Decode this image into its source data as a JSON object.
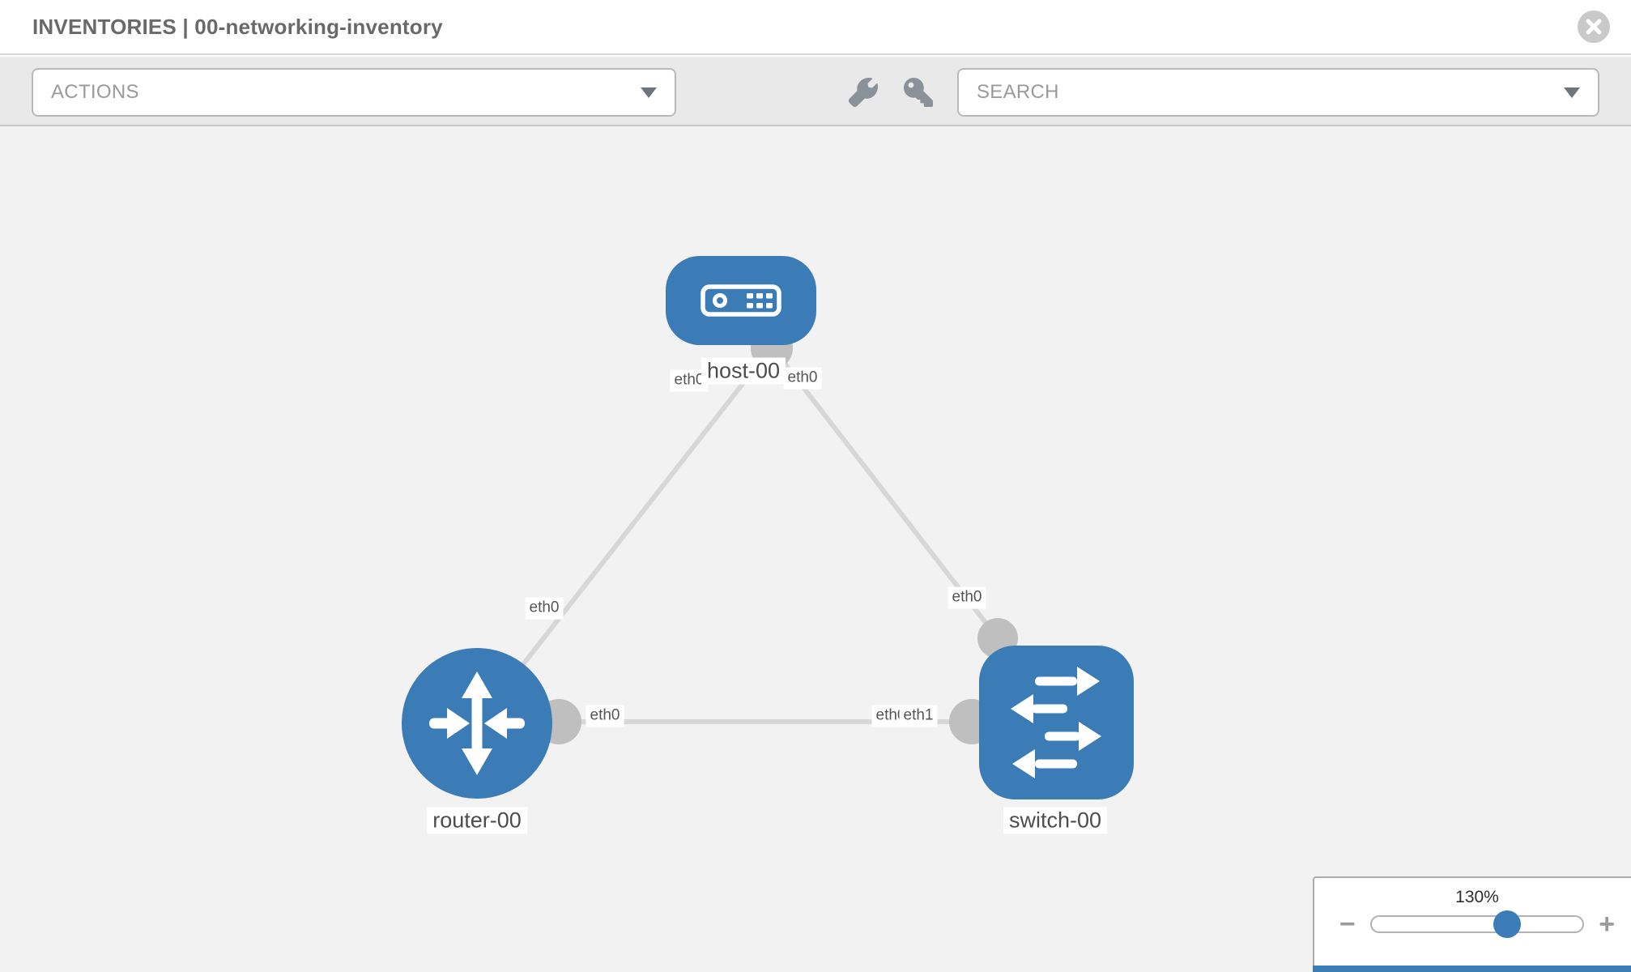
{
  "header": {
    "title": "INVENTORIES | 00-networking-inventory"
  },
  "toolbar": {
    "actions_label": "ACTIONS",
    "search_placeholder": "SEARCH",
    "icons": [
      "wrench-icon",
      "key-icon"
    ]
  },
  "topology": {
    "nodes": [
      {
        "label": "host-00",
        "type": "host",
        "shape": "rounded-rectangle",
        "icon": "server-icon"
      },
      {
        "label": "router-00",
        "type": "router",
        "shape": "circle",
        "icon": "router-arrows-icon"
      },
      {
        "label": "switch-00",
        "type": "switch",
        "shape": "rounded-square",
        "icon": "switch-arrows-icon"
      }
    ],
    "links": [
      {
        "from": "host-00",
        "from_interface": "eth0",
        "to": "router-00",
        "to_interface": "eth0"
      },
      {
        "from": "host-00",
        "from_interface": "eth0",
        "to": "switch-00",
        "to_interface": "eth0"
      },
      {
        "from": "router-00",
        "from_interface": "eth0",
        "to": "switch-00",
        "to_interface": "eth1",
        "to_interface_overlapped": "eth0"
      }
    ]
  },
  "zoom_control": {
    "value": "130%",
    "minus_label": "−",
    "plus_label": "+",
    "slider_percent": 64
  },
  "colors": {
    "node_blue": "#3b7cb7",
    "link_gray": "#d7d7d7",
    "interface_dot_gray": "#bfbfbf",
    "canvas_bg": "#f2f2f2",
    "toolbar_bg": "#e9e9e9"
  }
}
